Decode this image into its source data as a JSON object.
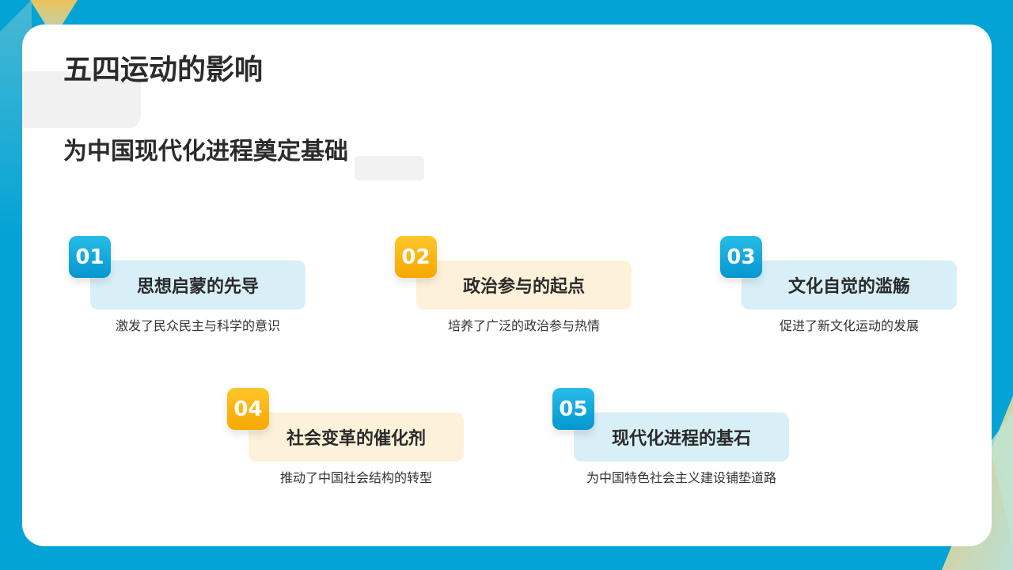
{
  "slide": {
    "title": "五四运动的影响",
    "subtitle": "为中国现代化进程奠定基础"
  },
  "colors": {
    "background": "#03a3d6",
    "blue_accent": "#0596cf",
    "yellow_accent": "#f6a800",
    "blue_pill": "#d8eff8",
    "yellow_pill": "#fdf1d9"
  },
  "items": [
    {
      "number": "01",
      "heading": "思想启蒙的先导",
      "description": "激发了民众民主与科学的意识",
      "color": "blue"
    },
    {
      "number": "02",
      "heading": "政治参与的起点",
      "description": "培养了广泛的政治参与热情",
      "color": "yellow"
    },
    {
      "number": "03",
      "heading": "文化自觉的滥觞",
      "description": "促进了新文化运动的发展",
      "color": "blue"
    },
    {
      "number": "04",
      "heading": "社会变革的催化剂",
      "description": "推动了中国社会结构的转型",
      "color": "yellow"
    },
    {
      "number": "05",
      "heading": "现代化进程的基石",
      "description": "为中国特色社会主义建设铺垫道路",
      "color": "blue"
    }
  ]
}
